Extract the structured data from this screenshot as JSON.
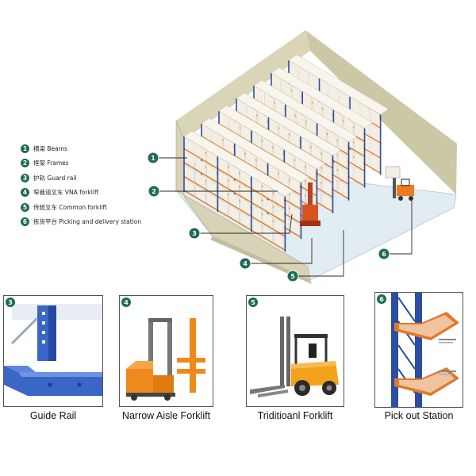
{
  "legend": [
    {
      "num": "1",
      "label": "横梁 Beams"
    },
    {
      "num": "2",
      "label": "框架 Frames"
    },
    {
      "num": "3",
      "label": "护轨 Guard rail"
    },
    {
      "num": "4",
      "label": "窄巷道叉车 VNA forklift"
    },
    {
      "num": "5",
      "label": "传统叉车 Common forklift"
    },
    {
      "num": "6",
      "label": "拣货平台 Picking and delivery station"
    }
  ],
  "callouts": [
    "1",
    "2",
    "3",
    "4",
    "5",
    "6"
  ],
  "panels": [
    {
      "num": "3",
      "caption": "Guide Rail"
    },
    {
      "num": "4",
      "caption": "Narrow Aisle Forklift"
    },
    {
      "num": "5",
      "caption": "Triditioanl Forklift"
    },
    {
      "num": "6",
      "caption": "Pick out Station"
    }
  ],
  "colors": {
    "wall": "#d7d3b4",
    "floor": "#e2ecf3",
    "rack_blue": "#2b4da3",
    "rack_orange": "#e07a2a",
    "box": "#f3efe4",
    "badge": "#1f6b57",
    "forklift_orange": "#ee8a1c",
    "guard_blue": "#3a66c6"
  }
}
